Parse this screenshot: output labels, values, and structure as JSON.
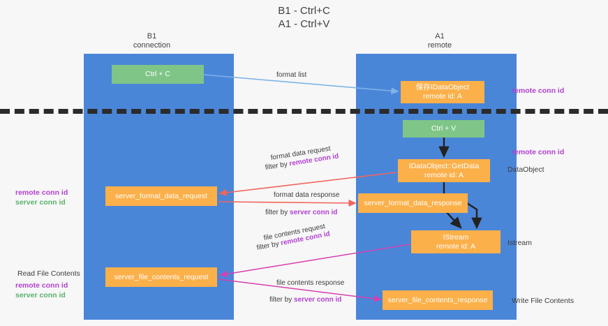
{
  "title": {
    "line1": "B1 - Ctrl+C",
    "line2": "A1 - Ctrl+V"
  },
  "columns": [
    {
      "name": "B1",
      "role": "connection"
    },
    {
      "name": "A1",
      "role": "remote"
    }
  ],
  "nodes": {
    "ctrl_c": {
      "label": "Ctrl + C",
      "sub": "",
      "color": "#7fc587"
    },
    "idataobject": {
      "label": "保存IDataObject",
      "sub": "remote id: A",
      "color": "#fbb04a"
    },
    "ctrl_v": {
      "label": "Ctrl + V",
      "sub": "",
      "color": "#7fc587"
    },
    "getdata": {
      "label": "IDataObject::GetData",
      "sub": "remote id: A",
      "color": "#fbb04a"
    },
    "sfd_request": {
      "label": "server_format_data_request",
      "sub": "",
      "color": "#fbb04a"
    },
    "sfd_response": {
      "label": "server_format_data_response",
      "sub": "",
      "color": "#fbb04a"
    },
    "istream": {
      "label": "IStream",
      "sub": "remote id: A",
      "color": "#fbb04a"
    },
    "sfc_request": {
      "label": "server_file_contents_request",
      "sub": "",
      "color": "#fbb04a"
    },
    "sfc_response": {
      "label": "server_file_contents_response",
      "sub": "",
      "color": "#fbb04a"
    }
  },
  "edge_labels": {
    "format_list": "format list",
    "format_data_request": "format data request",
    "format_data_response": "format data response",
    "file_contents_request": "file contents request",
    "file_contents_response": "file contents response",
    "filter_by": "filter by ",
    "remote_conn_id": "remote conn id",
    "server_conn_id": "server conn id"
  },
  "annotations": {
    "right": [
      {
        "text": "remote conn id",
        "style": "purple"
      },
      {
        "text": "remote conn id",
        "style": "purple"
      },
      {
        "text": "DataObject",
        "style": "plain"
      },
      {
        "text": "Istream",
        "style": "plain"
      },
      {
        "text": "Write File Contents",
        "style": "plain"
      }
    ],
    "left": [
      {
        "text": "remote conn id",
        "style": "purple"
      },
      {
        "text": "server conn id",
        "style": "green"
      },
      {
        "text": "Read File Contents",
        "style": "plain"
      },
      {
        "text": "remote conn id",
        "style": "purple"
      },
      {
        "text": "server conn id",
        "style": "green"
      }
    ]
  },
  "colors": {
    "lane": "#4a86d8",
    "green_node": "#7fc587",
    "orange_node": "#fbb04a",
    "purple": "#b23fd0",
    "green_text": "#58b36b",
    "arrow_blue": "#7fb3e8",
    "arrow_red": "#f2655c",
    "arrow_magenta": "#d63fb0",
    "arrow_dark": "#222222",
    "background": "#f7f7f7",
    "separator": "#2b2b2b"
  }
}
